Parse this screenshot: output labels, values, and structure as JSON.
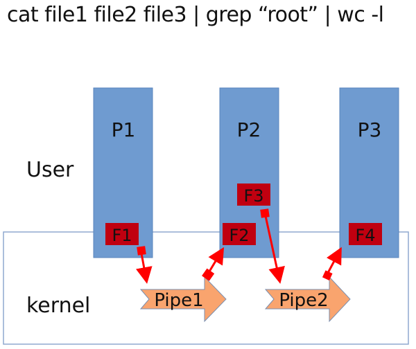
{
  "command": "cat file1 file2 file3 | grep “root” | wc -l",
  "regions": {
    "user": "User",
    "kernel": "kernel"
  },
  "processes": [
    {
      "label": "P1"
    },
    {
      "label": "P2"
    },
    {
      "label": "P3"
    }
  ],
  "file_descriptors": [
    {
      "label": "F1"
    },
    {
      "label": "F2"
    },
    {
      "label": "F3"
    },
    {
      "label": "F4"
    }
  ],
  "pipes": [
    {
      "label": "Pipe1"
    },
    {
      "label": "Pipe2"
    }
  ],
  "connections": [
    {
      "from": "F1",
      "to": "Pipe1"
    },
    {
      "from": "Pipe1",
      "to": "F2"
    },
    {
      "from": "F3",
      "to": "Pipe2"
    },
    {
      "from": "Pipe2",
      "to": "F4"
    }
  ],
  "colors": {
    "process": "#6f9bd0",
    "process_border": "#5a85bd",
    "fd": "#c00010",
    "pipe": "#f9a46e",
    "arrow": "#ff0000",
    "kernel_border": "#8fa9cf"
  }
}
